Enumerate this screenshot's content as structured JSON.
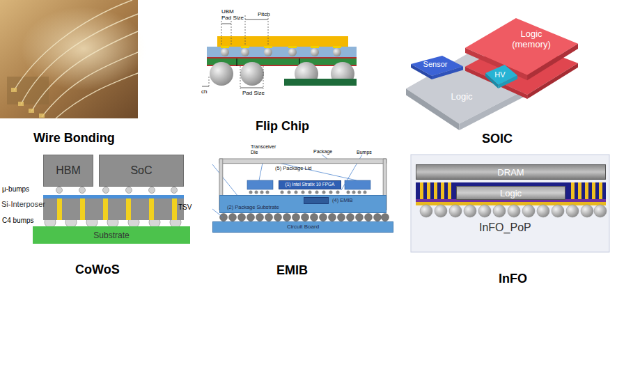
{
  "diagram": {
    "nodes": [
      {
        "text": [
          "Logic (memory)"
        ]
      },
      {
        "text": [
          "Sensor"
        ]
      },
      {
        "text": [
          "HV"
        ]
      },
      {
        "text": [
          "Logic"
        ]
      },
      {
        "text": [
          "HBM"
        ]
      },
      {
        "text": [
          "SoC"
        ]
      },
      {
        "text": [
          "Si-Interposer"
        ]
      },
      {
        "text": [
          "Substrate"
        ]
      },
      {
        "text": [
          "(5) Package Lid"
        ]
      },
      {
        "text": [
          "(1) Intel Stratix 10 FPGA"
        ],
        "in": 8
      },
      {
        "text": [
          "(2) Package Substrate"
        ]
      },
      {
        "text": [
          "(4) EMIB"
        ],
        "in": 10
      },
      {
        "text": [
          "Circuit Board"
        ]
      },
      {
        "text": [
          "DRAM"
        ]
      },
      {
        "text": [
          "Logic"
        ]
      }
    ],
    "labels": [
      "UBM Pad Size",
      "Pitch",
      "ch",
      "Pad Size",
      "Wire Bonding",
      "Flip Chip",
      "SOIC",
      "μ-bumps",
      "TSV",
      "C4 bumps",
      "Transceiver Die",
      "Package",
      "Bumps",
      "InFO_PoP",
      "CoWoS",
      "EMIB",
      "InFO"
    ]
  }
}
